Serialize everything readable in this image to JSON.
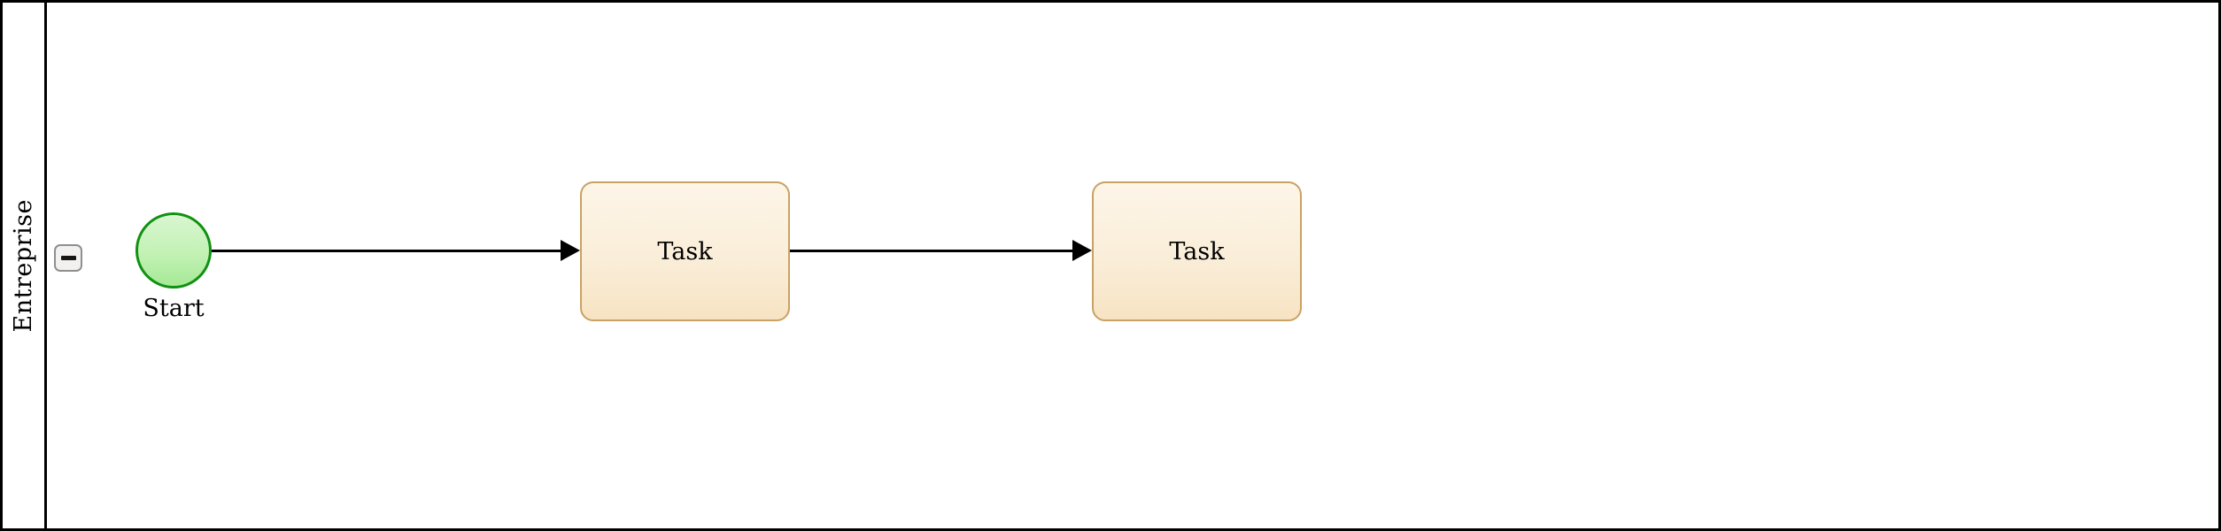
{
  "diagram": {
    "type": "bpmn-process",
    "pool": {
      "lane_label": "Entreprise",
      "collapse_button": {
        "icon": "minus-icon",
        "state": "expanded"
      }
    },
    "nodes": [
      {
        "id": "start",
        "type": "start-event",
        "label": "Start"
      },
      {
        "id": "task1",
        "type": "task",
        "label": "Task"
      },
      {
        "id": "task2",
        "type": "task",
        "label": "Task"
      }
    ],
    "flows": [
      {
        "from": "start",
        "to": "task1"
      },
      {
        "from": "task1",
        "to": "task2"
      }
    ],
    "colors": {
      "pool_border": "#000000",
      "lane_divider": "#000000",
      "event_border": "#119111",
      "event_fill_top": "#d9f6d0",
      "event_fill_bottom": "#a6e996",
      "task_border": "#c8a264",
      "task_fill_top": "#fdf5e8",
      "task_fill_bottom": "#f7e3c3",
      "flow": "#000000",
      "button_bg": "#f2f1ef",
      "button_border": "#8f8f8f"
    }
  }
}
